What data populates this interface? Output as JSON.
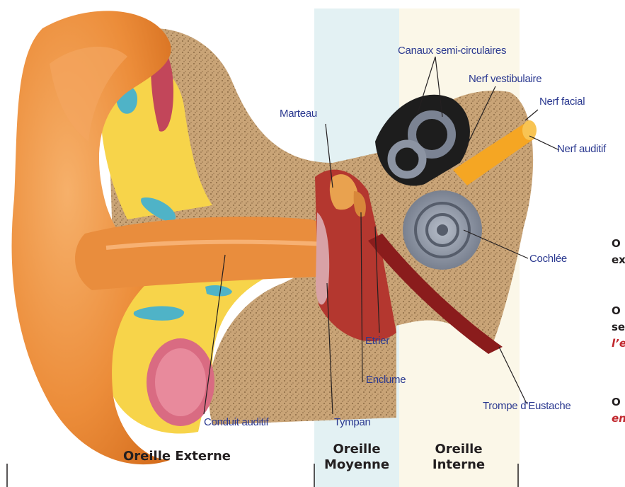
{
  "labels": {
    "canaux": "Canaux semi-circulaires",
    "nerf_vestibulaire": "Nerf vestibulaire",
    "nerf_facial": "Nerf facial",
    "nerf_auditif": "Nerf auditif",
    "marteau": "Marteau",
    "cochlee": "Cochlée",
    "etrier": "Etrier",
    "enclume": "Enclume",
    "trompe": "Trompe d’Eustache",
    "conduit": "Conduit auditif",
    "tympan": "Tympan"
  },
  "sections": {
    "externe": "Oreille Externe",
    "moyenne_1": "Oreille",
    "moyenne_2": "Moyenne",
    "interne_1": "Oreille",
    "interne_2": "Interne"
  },
  "side_text": {
    "line1": "O",
    "line2": "ex",
    "line3": "O",
    "line4": "se",
    "line5": "l’e",
    "line6": "O",
    "line7": "en"
  },
  "colors": {
    "label_blue": "#2b3990",
    "middle_zone": "#e3f1f3",
    "inner_zone": "#fbf7e8",
    "accent_red": "#c1272d"
  }
}
